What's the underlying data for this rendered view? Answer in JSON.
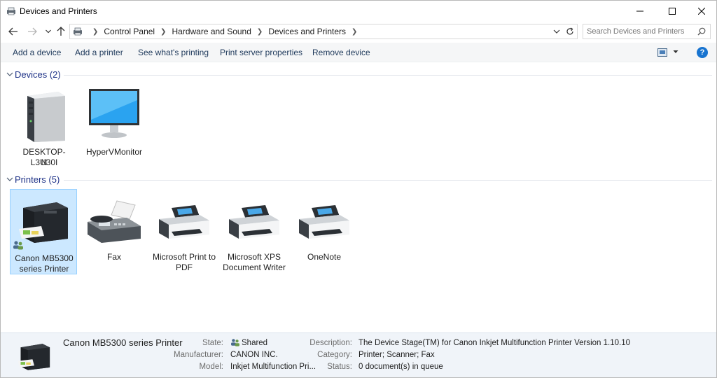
{
  "window": {
    "title": "Devices and Printers"
  },
  "address": {
    "crumbs": [
      "Control Panel",
      "Hardware and Sound",
      "Devices and Printers"
    ],
    "search_placeholder": "Search Devices and Printers"
  },
  "commands": {
    "add_device": "Add a device",
    "add_printer": "Add a printer",
    "see_printing": "See what's printing",
    "print_server": "Print server properties",
    "remove_device": "Remove device"
  },
  "groups": {
    "devices": {
      "title": "Devices (2)",
      "items": [
        {
          "label_line1": "DESKTOP-L3U30I",
          "label_line2": "N",
          "icon": "computer-tower-icon"
        },
        {
          "label_line1": "HyperVMonitor",
          "label_line2": "",
          "icon": "monitor-icon"
        }
      ]
    },
    "printers": {
      "title": "Printers (5)",
      "items": [
        {
          "label_line1": "Canon MB5300",
          "label_line2": "series Printer",
          "icon": "canon-printer-icon",
          "selected": true,
          "shared": true
        },
        {
          "label_line1": "Fax",
          "label_line2": "",
          "icon": "fax-icon"
        },
        {
          "label_line1": "Microsoft Print to",
          "label_line2": "PDF",
          "icon": "printer-icon"
        },
        {
          "label_line1": "Microsoft XPS",
          "label_line2": "Document Writer",
          "icon": "printer-icon"
        },
        {
          "label_line1": "OneNote",
          "label_line2": "",
          "icon": "printer-icon"
        }
      ]
    }
  },
  "details": {
    "name": "Canon MB5300 series Printer",
    "state_label": "State:",
    "state_value": "Shared",
    "manufacturer_label": "Manufacturer:",
    "manufacturer_value": "CANON INC.",
    "model_label": "Model:",
    "model_value": "Inkjet Multifunction Pri...",
    "description_label": "Description:",
    "description_value": "The Device Stage(TM) for Canon Inkjet Multifunction Printer Version 1.10.10",
    "category_label": "Category:",
    "category_value": "Printer; Scanner; Fax",
    "status_label": "Status:",
    "status_value": "0 document(s) in queue"
  },
  "colors": {
    "accent": "#1874d0",
    "group_title": "#1e3287",
    "selection_bg": "#cce8ff",
    "selection_border": "#99d1ff",
    "details_bg": "#f0f4f9"
  }
}
